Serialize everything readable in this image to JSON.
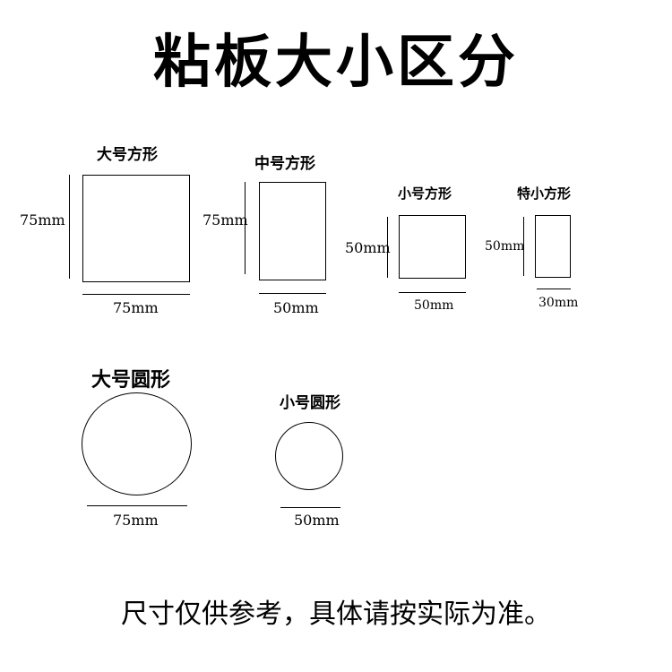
{
  "title": "粘板大小区分",
  "shapes": {
    "large_square": {
      "label": "大号方形",
      "height": "75mm",
      "width": "75mm"
    },
    "medium_square": {
      "label": "中号方形",
      "height": "75mm",
      "width": "50mm"
    },
    "small_square": {
      "label": "小号方形",
      "height": "50mm",
      "width": "50mm"
    },
    "extra_small_square": {
      "label": "特小方形",
      "height": "50mm",
      "width": "30mm"
    },
    "large_circle": {
      "label": "大号圆形",
      "diameter": "75mm"
    },
    "small_circle": {
      "label": "小号圆形",
      "diameter": "50mm"
    }
  },
  "footer": "尺寸仅供参考，具体请按实际为准。"
}
